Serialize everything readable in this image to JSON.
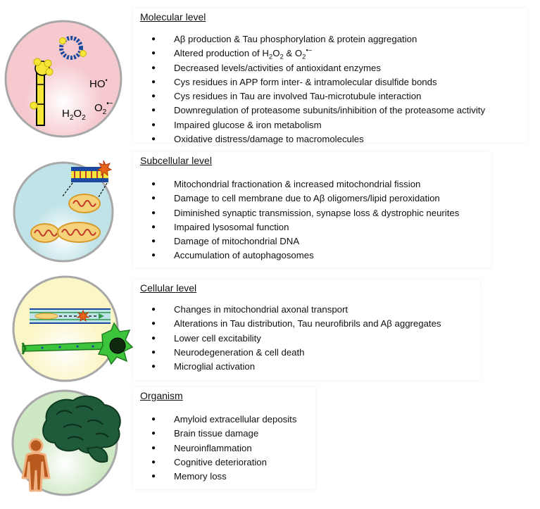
{
  "sections": [
    {
      "title": "Molecular level",
      "items": [
        "Aβ production & Tau phosphorylation & protein aggregation",
        "Altered production of H2O2 & O2•−",
        "Decreased levels/activities of antioxidant enzymes",
        "Cys residues in APP form inter- & intramolecular disulfide bonds",
        "Cys residues in Tau are involved Tau-microtubule interaction",
        "Downregulation of proteasome subunits/inhibition of the proteasome activity",
        "Impaired glucose & iron metabolism",
        "Oxidative distress/damage to macromolecules"
      ],
      "circle_color": "#f6c9cf",
      "labels": {
        "hydroxyl": "HO•",
        "peroxide": "H2O2",
        "superoxide": "O2•−"
      }
    },
    {
      "title": "Subcellular level",
      "items": [
        "Mitochondrial fractionation & increased mitochondrial fission",
        "Damage to cell membrane due to Aβ oligomers/lipid peroxidation",
        "Diminished synaptic transmission, synapse loss & dystrophic neurites",
        "Impaired lysosomal function",
        "Damage of mitochondrial DNA",
        "Accumulation of autophagosomes"
      ],
      "circle_color": "#bfe3e8"
    },
    {
      "title": "Cellular level",
      "items": [
        "Changes in mitochondrial axonal transport",
        "Alterations in Tau distribution, Tau neurofibrils and Aβ aggregates",
        "Lower cell excitability",
        "Neurodegeneration & cell death",
        "Microglial activation"
      ],
      "circle_color": "#fbf6c6"
    },
    {
      "title": "Organism",
      "items": [
        "Amyloid extracellular deposits",
        "Brain tissue damage",
        "Neuroinflammation",
        "Cognitive deterioration",
        "Memory loss"
      ],
      "circle_color": "#cfe8c4"
    }
  ],
  "colors": {
    "circle_border": "#a8a8a8",
    "yellow": "#f6e63a",
    "blue_ring": "#1a4a9e",
    "mito_fill": "#f3d27a",
    "mito_crista": "#c23a2a",
    "axon_green": "#3cc43c",
    "brain": "#1f5a3a",
    "person": "#b85a1e"
  }
}
